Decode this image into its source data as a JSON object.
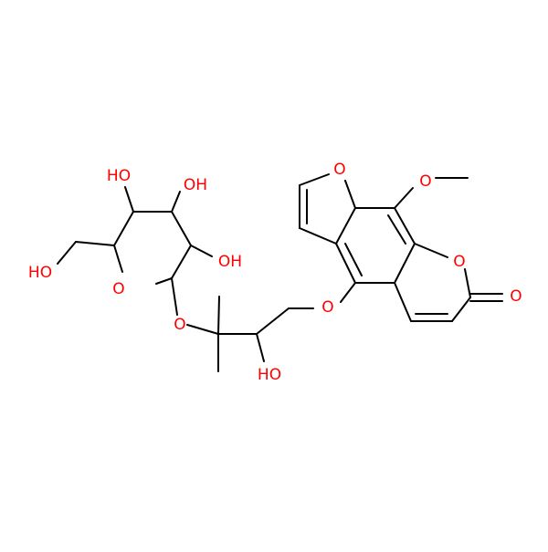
{
  "colors": {
    "bond": "#000000",
    "oxygen": "#ff0000",
    "background": "#ffffff"
  },
  "labels": {
    "ho_sugar_c4": "HO",
    "oh_sugar_c3": "OH",
    "oh_sugar_c2": "OH",
    "ho_ch2oh": "HO",
    "o_ring_sugar": "O",
    "o_glycosidic": "O",
    "ho_chain": "HO",
    "o_ether": "O",
    "o_furan": "O",
    "o_methoxy": "O",
    "o_lactone_ring": "O",
    "o_carbonyl": "O"
  }
}
